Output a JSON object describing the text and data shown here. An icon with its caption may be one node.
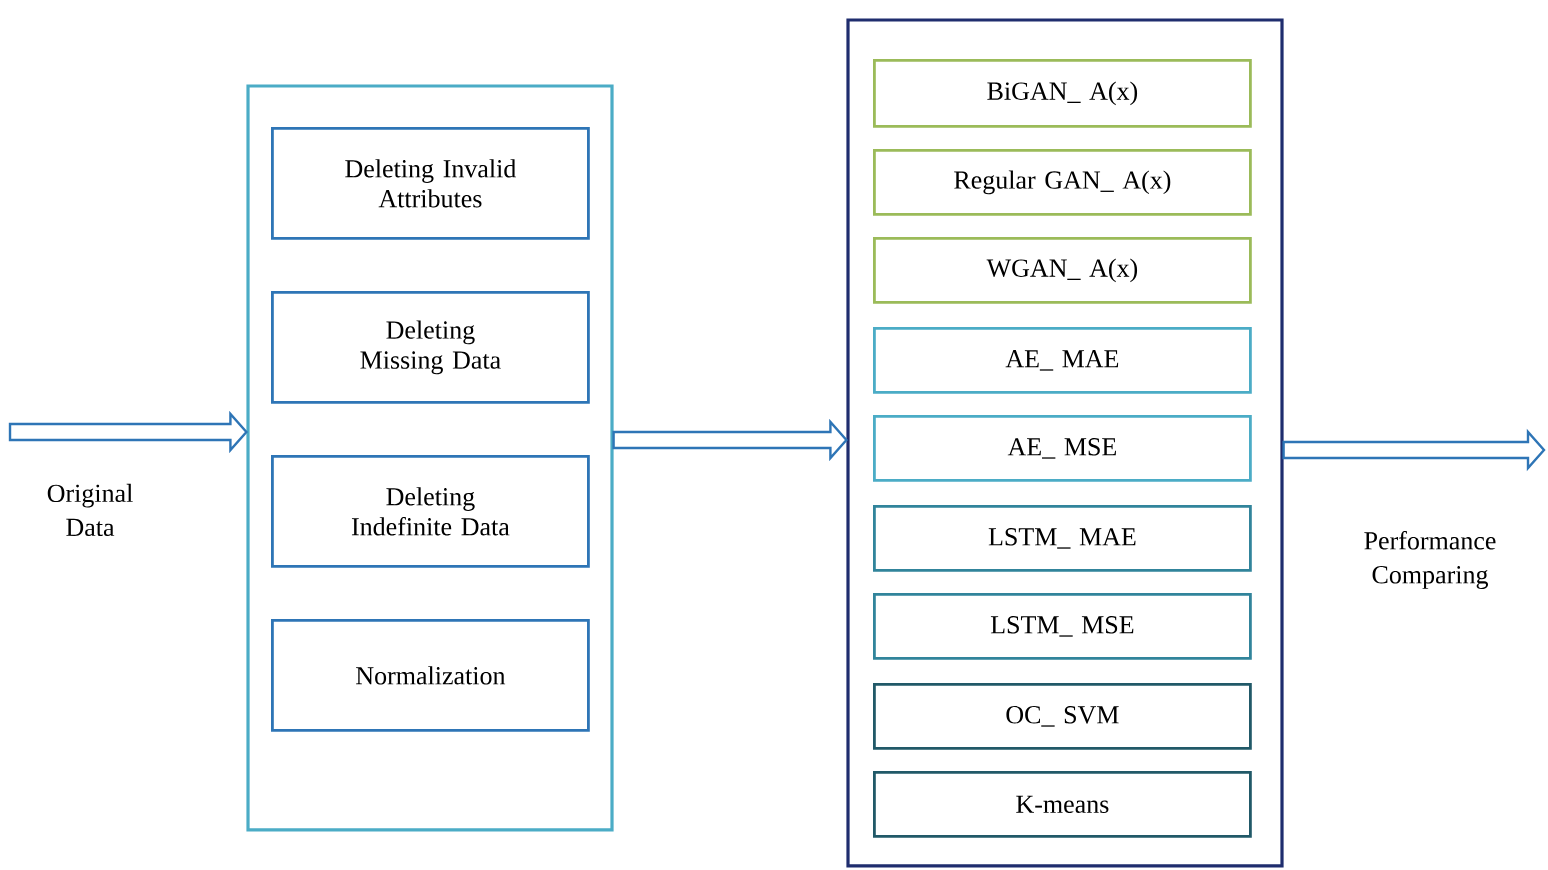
{
  "diagram": {
    "nodes": [
      {
        "text": [],
        "shape": "box"
      },
      {
        "text": [
          "Deleting Invalid Attributes"
        ],
        "in": 0
      },
      {
        "text": [
          "Deleting Missing Data"
        ],
        "in": 0
      },
      {
        "text": [
          "Deleting Indefinite Data"
        ],
        "in": 0
      },
      {
        "text": [
          "Normalization"
        ],
        "in": 0
      },
      {
        "text": [],
        "shape": "box"
      },
      {
        "text": [
          "BiGAN_ A(x)"
        ],
        "in": 5
      },
      {
        "text": [
          "Regular GAN_ A(x)"
        ],
        "in": 5
      },
      {
        "text": [
          "WGAN_ A(x)"
        ],
        "in": 5
      },
      {
        "text": [
          "AE_ MAE"
        ],
        "in": 5
      },
      {
        "text": [
          "AE_ MSE"
        ],
        "in": 5
      },
      {
        "text": [
          "LSTM_ MAE"
        ],
        "in": 5
      },
      {
        "text": [
          "LSTM_ MSE"
        ],
        "in": 5
      },
      {
        "text": [
          "OC_ SVM"
        ],
        "in": 5
      },
      {
        "text": [
          "K-means"
        ],
        "in": 5
      }
    ],
    "edges": [
      {
        "from": null,
        "to": 0,
        "arrow": "to",
        "label": "Original Data"
      },
      {
        "from": 0,
        "to": 5,
        "arrow": "to"
      },
      {
        "from": 5,
        "to": null,
        "arrow": "to",
        "label": "Performance Comparing"
      }
    ]
  }
}
